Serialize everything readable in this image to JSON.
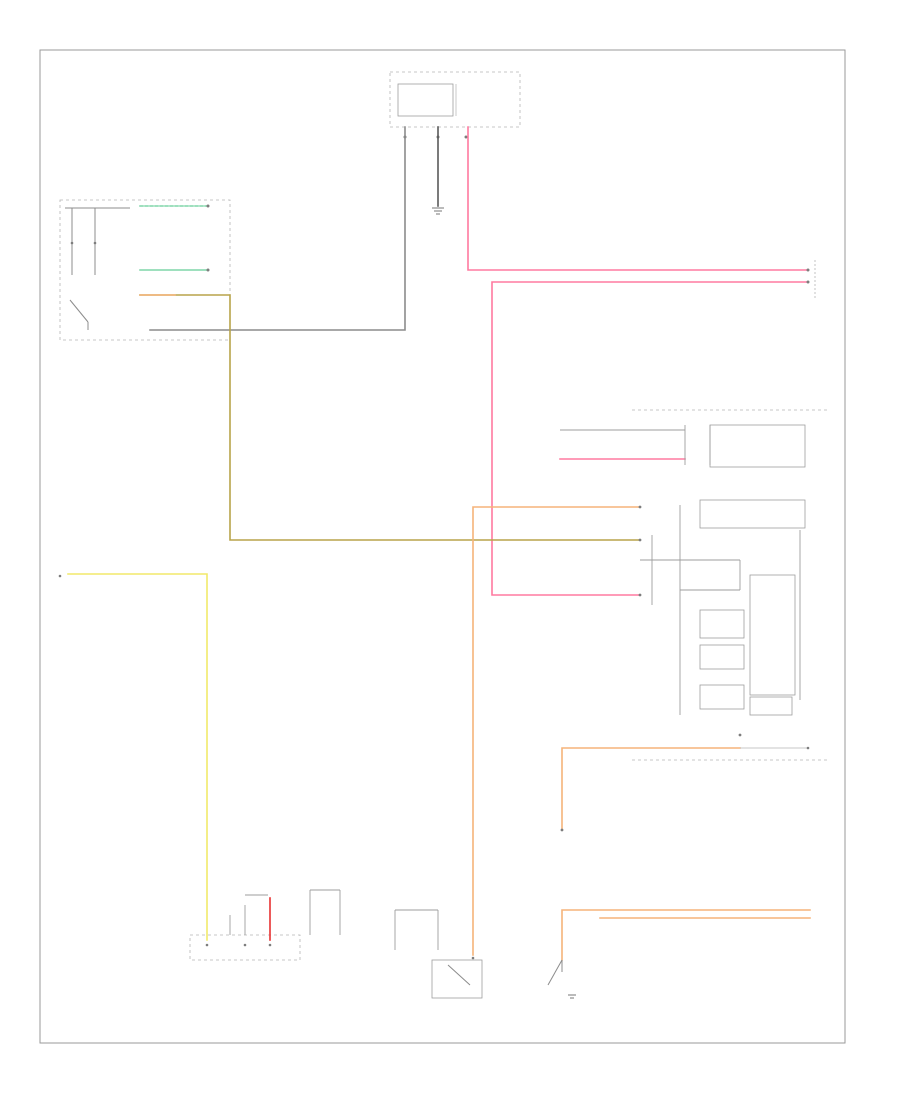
{
  "figure_label": "",
  "wire_colors": {
    "grey": "#8c8c8c",
    "pink": "#ff7aa0",
    "orange": "#f5b47a",
    "olive": "#b8a44a",
    "yellow": "#f2e96a",
    "green": "#7fd6a8",
    "red": "#e83030",
    "black": "#5a5a5a"
  },
  "components": [
    {
      "id": "top-fuse-block",
      "label": ""
    },
    {
      "id": "left-switch",
      "label": ""
    },
    {
      "id": "engine-control-module",
      "label": ""
    },
    {
      "id": "steering-switch",
      "label": ""
    },
    {
      "id": "brake-switch",
      "label": ""
    },
    {
      "id": "ground-switch",
      "label": ""
    }
  ],
  "note_lines": [
    "",
    "",
    "",
    "",
    "",
    "",
    "",
    "",
    "",
    "",
    "",
    "",
    ""
  ]
}
